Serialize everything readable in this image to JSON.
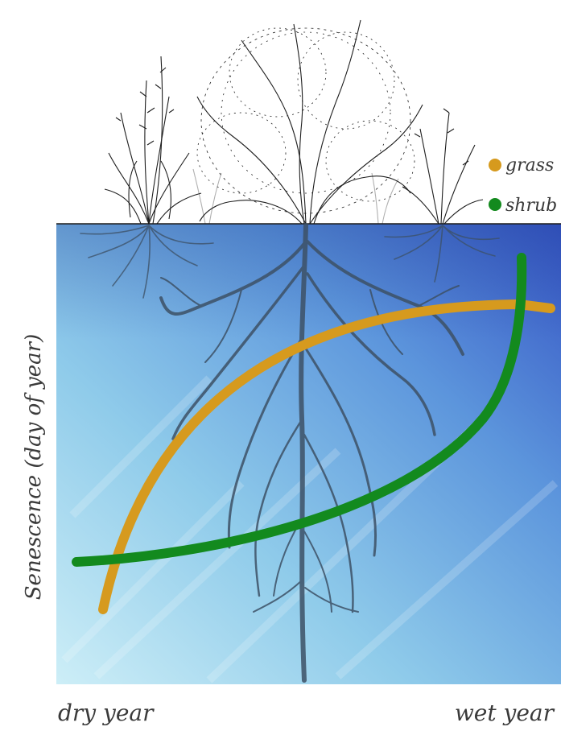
{
  "colors": {
    "grass": "#D69A1E",
    "shrub": "#138A1E",
    "water_light": "#BFE6F3",
    "water_dark": "#3E62C8",
    "root": "#3D5166",
    "ink": "#2A2A2A"
  },
  "legend": {
    "grass_label": "grass",
    "shrub_label": "shrub"
  },
  "axes": {
    "y_label": "Senescence (day of year)",
    "x_left_label": "dry year",
    "x_right_label": "wet year"
  },
  "icons": {
    "vegetation": "grass-and-shrub-illustration",
    "roots": "root-system-illustration"
  }
}
